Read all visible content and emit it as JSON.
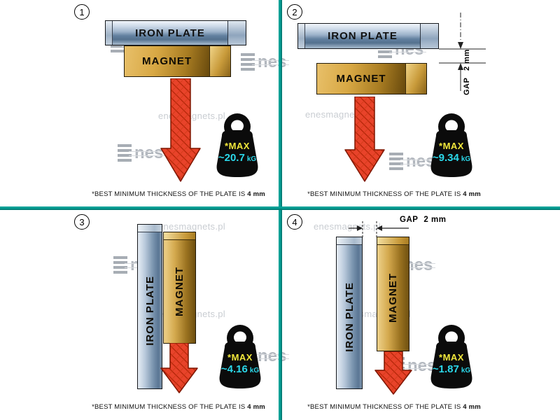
{
  "brand": {
    "logo_text": "nes",
    "watermark": "enesmagnets.pl"
  },
  "colors": {
    "divider": "#00a096",
    "max": "#f2e73b",
    "value": "#2bd8ea",
    "arrow": "#e8432a"
  },
  "caption": {
    "prefix": "*BEST MINIMUM THICKNESS OF THE PLATE IS",
    "bold": "4 mm"
  },
  "panels": [
    {
      "number": "1",
      "plate": "IRON PLATE",
      "magnet": "MAGNET",
      "max": "*MAX",
      "value": "~20.7",
      "unit": "kG"
    },
    {
      "number": "2",
      "plate": "IRON PLATE",
      "magnet": "MAGNET",
      "max": "*MAX",
      "value": "~9.34",
      "unit": "kG",
      "gap": "GAP",
      "gap_value": "2 mm"
    },
    {
      "number": "3",
      "plate": "IRON PLATE",
      "magnet": "MAGNET",
      "max": "*MAX",
      "value": "~4.16",
      "unit": "kG"
    },
    {
      "number": "4",
      "plate": "IRON PLATE",
      "magnet": "MAGNET",
      "max": "*MAX",
      "value": "~1.87",
      "unit": "kG",
      "gap": "GAP",
      "gap_value": "2 mm"
    }
  ]
}
